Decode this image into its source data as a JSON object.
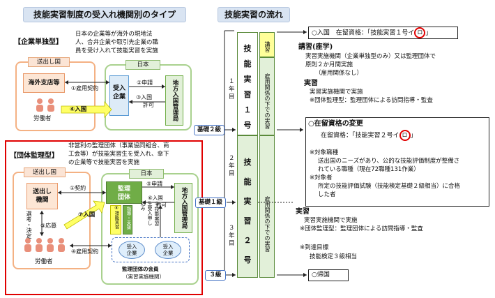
{
  "left": {
    "title": "技能実習制度の受入れ機関別のタイプ",
    "corporate": {
      "label": "【企業単独型】",
      "desc": [
        "日本の企業等が海外の現地法",
        "人、合弁企業や取引先企業の職",
        "員を受け入れて技能実習を実施"
      ],
      "sending_country": "送出し国",
      "japan": "日本",
      "overseas_branch": "海外支店等",
      "employment": "①雇用契約",
      "receiving_company": [
        "受入",
        "企業"
      ],
      "application": "②申請",
      "permission": [
        "③入国",
        "許可"
      ],
      "bureau": "地方入国管理局",
      "entry": "④入国",
      "worker": "労働者"
    },
    "supervised": {
      "label": "【団体監理型】",
      "desc": [
        "非営利の監理団体（事業協同組合、商",
        "工会等）が技能実習生を受入れ、傘下",
        "の企業等で技能実習を実施"
      ],
      "sending_country": "送出し国",
      "japan": "日本",
      "sending_org": [
        "送出し",
        "機関"
      ],
      "contract": "①契約",
      "supervising_org": [
        "監理",
        "団体"
      ],
      "application": "⑤申請",
      "permission": [
        "⑥入国",
        "許可"
      ],
      "bureau": "地方入国管理局",
      "selection": [
        "選考・決定"
      ],
      "apply": "③応募",
      "entry": "⑦入国",
      "guidance": "⑧技能実習",
      "instruction": "指導・支援",
      "recruit": [
        "②技能実習",
        "生受入申し",
        "込み"
      ],
      "employment": "④雇用契約",
      "company1": [
        "受入",
        "企業"
      ],
      "company2": [
        "受入",
        "企業"
      ],
      "members": [
        "監理団体の会員",
        "（実習実施機関）"
      ],
      "worker": "労働者"
    }
  },
  "right": {
    "title": "技能実習の流れ",
    "col1": [
      "技",
      "能",
      "実",
      "習",
      "１",
      "号"
    ],
    "col2": [
      "技",
      "能",
      "実",
      "習",
      "２",
      "号"
    ],
    "lecture_col": "講習",
    "emp1_col": "雇用関係の下での実習",
    "emp2_col": "雇用関係の下での実習",
    "year1": [
      "１",
      "年",
      "目"
    ],
    "year2": [
      "２",
      "年",
      "目"
    ],
    "year3": [
      "３",
      "年",
      "目"
    ],
    "level_basic2": "基礎２級",
    "level_basic1": "基礎１級",
    "level_3": "３級",
    "entry": "○入国　在留資格：「技能実習１号イ",
    "entry_mark": "ロ",
    "lecture_title": "講習(座学)",
    "lecture_lines": [
      "実習実施機関（企業単独型のみ）又は監理団体で",
      "原則２か月間実施",
      "（雇用関係なし）"
    ],
    "practice_title": "実習",
    "practice_lines": [
      "実習実施機関で実施",
      "※団体監理型：監理団体による訪問指導・監査"
    ],
    "status_change": "○在留資格の変更",
    "status_line": "在留資格：「技能実習２号イ",
    "status_mark": "ロ",
    "target_lines": [
      "※対象職種",
      "送出国のニーズがあり、公的な技能評価制度が整備さ",
      "れている職種（現在72職種131作業）",
      "※対象者",
      "所定の技能評価試験（技能検定基礎２級相当）に合格",
      "した者"
    ],
    "practice2_title": "実習",
    "practice2_lines": [
      "実習実施機関で実施",
      "※団体監理型：監理団体による訪問指導・監査"
    ],
    "goal_lines": [
      "※到達目標",
      "技能検定３級相当"
    ],
    "return": "○帰国"
  }
}
